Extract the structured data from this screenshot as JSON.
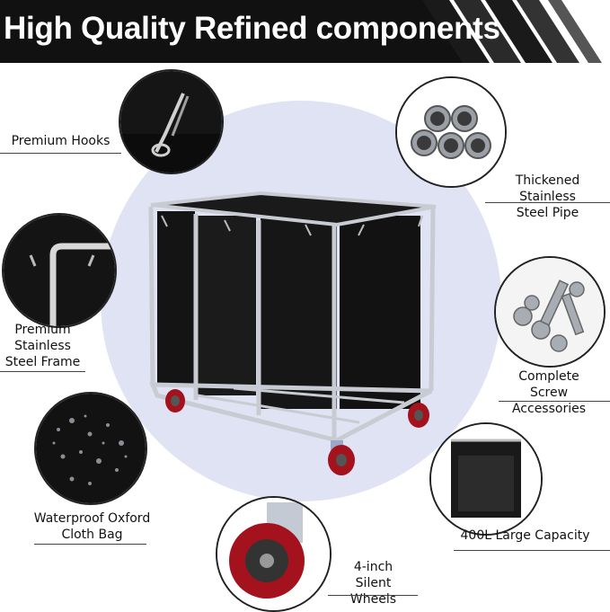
{
  "header": {
    "title": "High Quality Refined components"
  },
  "features": {
    "hooks": {
      "line1": "Premium Hooks"
    },
    "pipe": {
      "line1": "Thickened Stainless",
      "line2": "Steel Pipe"
    },
    "frame": {
      "line1": "Premium",
      "line2": "Stainless",
      "line3": "Steel Frame"
    },
    "screws": {
      "line1": "Complete Screw",
      "line2": "Accessories"
    },
    "bag": {
      "line1": "Waterproof Oxford",
      "line2": "Cloth Bag"
    },
    "capacity": {
      "line1": "400L Large Capacity"
    },
    "wheels": {
      "line1": "4-inch",
      "line2": "Silent Wheels"
    }
  },
  "colors": {
    "header_bg": "#111111",
    "circle_bg": "#dfe3f3",
    "bag": "#111111",
    "steel": "#c8ccd2",
    "wheel": "#a4121e"
  }
}
